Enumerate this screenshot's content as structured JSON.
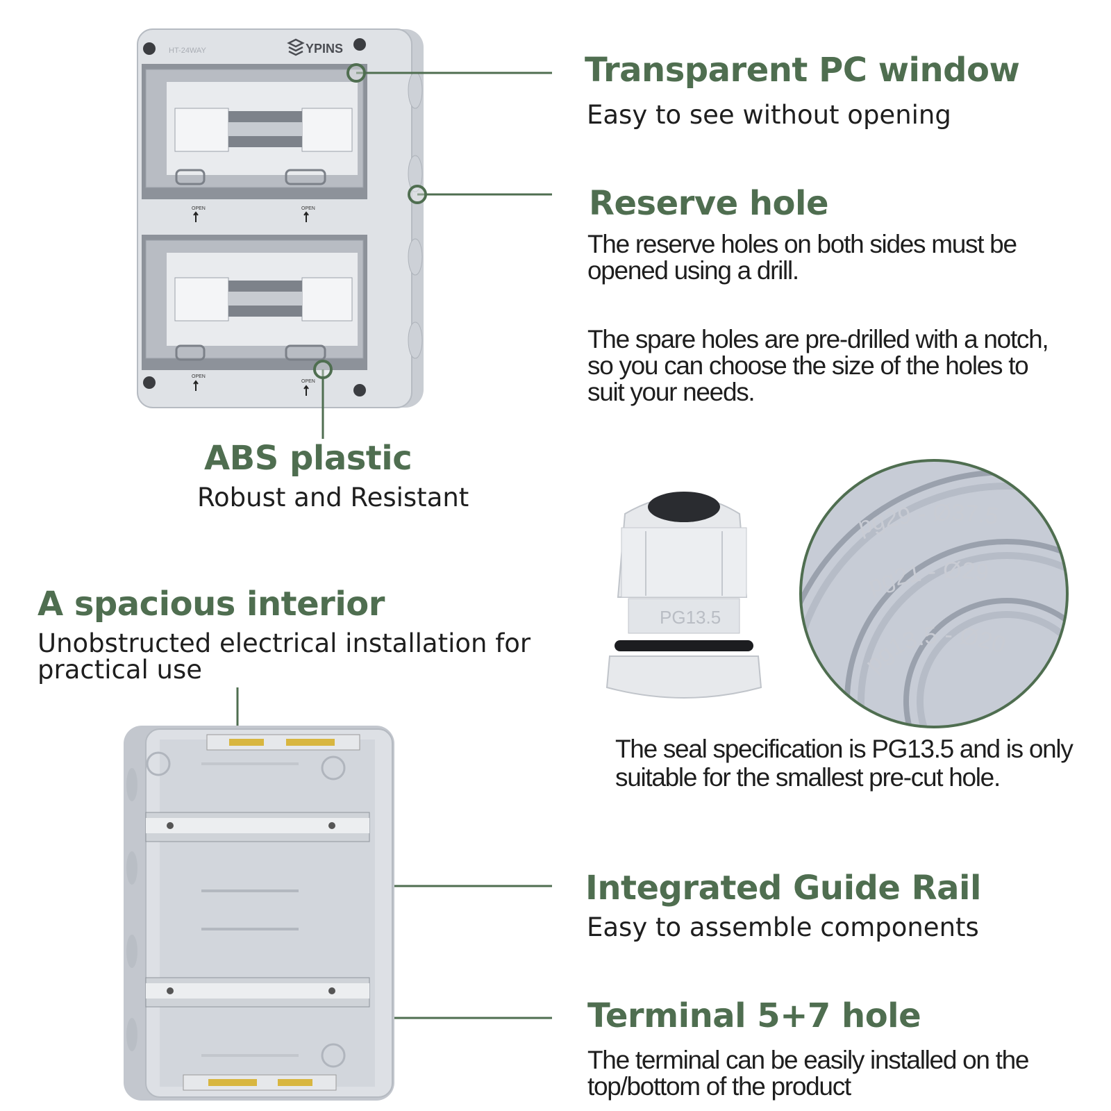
{
  "features": {
    "pc_window": {
      "title": "Transparent PC window",
      "subtitle": "Easy to see without opening"
    },
    "reserve_hole": {
      "title": "Reserve hole",
      "line1": "The reserve holes on both sides must be",
      "line2": "opened using a drill.",
      "spare_line1": "The spare holes are pre-drilled with a notch,",
      "spare_line2": "so you can choose the size of the holes to",
      "spare_line3": "suit your needs."
    },
    "abs": {
      "title": "ABS plastic",
      "subtitle": "Robust and Resistant"
    },
    "interior": {
      "title": "A spacious interior",
      "line1": "Unobstructed electrical installation for",
      "line2": "practical use"
    },
    "seal": {
      "line1": "The seal specification is PG13.5 and is only",
      "line2": "suitable for the smallest pre-cut hole."
    },
    "guide_rail": {
      "title": "Integrated Guide Rail",
      "subtitle": "Easy to assemble components"
    },
    "terminal": {
      "title": "Terminal 5+7 hole",
      "line1": "The terminal can be easily installed on the",
      "line2": "top/bottom of the product"
    }
  },
  "product": {
    "model": "HT-24WAY",
    "brand": "YPINS",
    "open_label": "OPEN",
    "gland_label": "PG13.5",
    "knockouts": [
      "pg29 - Ø37.5",
      "pg21 - Ø29",
      "pg13.5 - Ø20.5"
    ]
  },
  "colors": {
    "accent": "#4f6e50",
    "text": "#1e1e1e",
    "enclosure": "#d9dde2"
  }
}
